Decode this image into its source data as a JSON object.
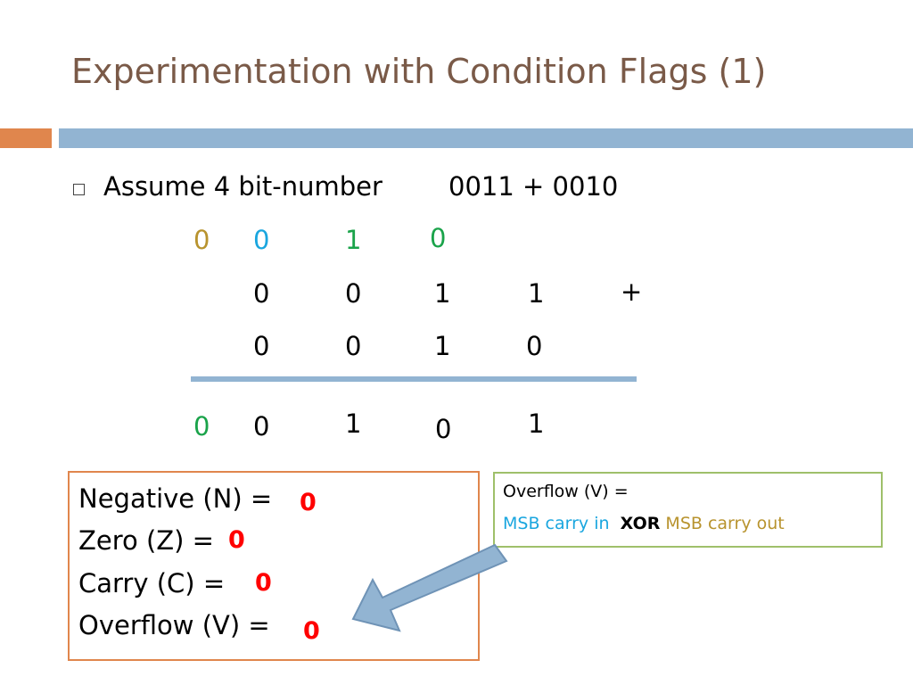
{
  "slide": {
    "title": "Experimentation with Condition Flags (1)",
    "bullet": "Assume 4 bit-number",
    "expression": "0011 + 0010"
  },
  "addition": {
    "carry_row": [
      "0",
      "0",
      "1",
      "0"
    ],
    "operand1": [
      "0",
      "0",
      "1",
      "1"
    ],
    "operator": "+",
    "operand2": [
      "0",
      "0",
      "1",
      "0"
    ],
    "result": [
      "0",
      "0",
      "1",
      "0",
      "1"
    ]
  },
  "flags": {
    "negative": {
      "label": "Negative (N) =",
      "value": "0"
    },
    "zero": {
      "label": "Zero (Z) =",
      "value": "0"
    },
    "carry": {
      "label": "Carry (C) =",
      "value": "0"
    },
    "overflow": {
      "label": "Overflow (V) =",
      "value": "0"
    }
  },
  "overflow_note": {
    "line1": "Overflow (V) =",
    "carry_in": "MSB carry in",
    "xor": "XOR",
    "carry_out": "MSB carry out"
  },
  "colors": {
    "title": "#7a5a48",
    "accent_orange": "#e0864d",
    "accent_blue": "#92b4d2",
    "carry_out_gold": "#b8932e",
    "carry_in_cyan": "#1aa6df",
    "green": "#1aa34a",
    "flag_red": "#ff0000",
    "note_border": "#9fc06a"
  }
}
